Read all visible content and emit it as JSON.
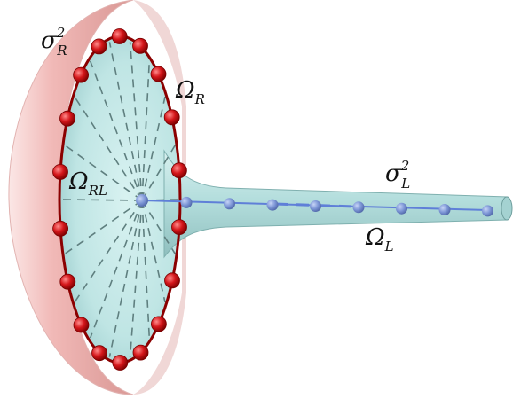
{
  "labels": {
    "sigma_R": {
      "base": "σ",
      "sup": "2",
      "sub": "R"
    },
    "omega_R": {
      "base": "Ω",
      "sub": "R"
    },
    "omega_RL": {
      "base": "Ω",
      "sub": "RL"
    },
    "sigma_L": {
      "base": "σ",
      "sup": "2",
      "sub": "L"
    },
    "omega_L": {
      "base": "Ω",
      "sub": "L"
    }
  },
  "colors": {
    "bowl_outer": "#e9a7a4",
    "bowl_inner": "#bfe6e6",
    "tube": "#b7e2e1",
    "rim": "#8b0000",
    "red_node": "#d4161a",
    "blue_node": "#6f8fd4",
    "blue_line": "#5f7fd8",
    "spoke": "#5f7f7f"
  },
  "rim_node_count": 18,
  "tube_node_count": 8
}
